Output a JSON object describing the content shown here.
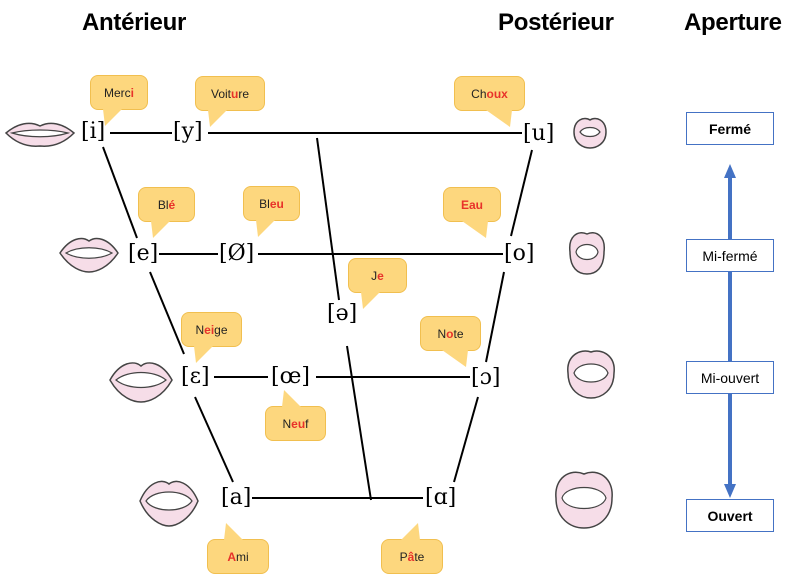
{
  "headings": {
    "anterior": "Antérieur",
    "posterior": "Postérieur",
    "aperture": "Aperture"
  },
  "vowels": {
    "i": "[i]",
    "y": "[y]",
    "u": "[u]",
    "e": "[e]",
    "oe_closed": "[Ø]",
    "o": "[o]",
    "schwa": "[ə]",
    "epsilon": "[ɛ]",
    "oe_open": "[œ]",
    "open_o": "[ɔ]",
    "a": "[a]",
    "alpha": "[ɑ]"
  },
  "examples": {
    "merci": {
      "before": "Merc",
      "highlight": "i",
      "after": ""
    },
    "voiture": {
      "before": "Voit",
      "highlight": "u",
      "after": "re"
    },
    "choux": {
      "before": "Ch",
      "highlight": "oux",
      "after": ""
    },
    "ble": {
      "before": "Bl",
      "highlight": "é",
      "after": ""
    },
    "bleu": {
      "before": "Bl",
      "highlight": "eu",
      "after": ""
    },
    "eau": {
      "before": "",
      "highlight": "Eau",
      "after": ""
    },
    "je": {
      "before": "J",
      "highlight": "e",
      "after": ""
    },
    "neige": {
      "before": "N",
      "highlight": "ei",
      "after": "ge"
    },
    "note": {
      "before": "N",
      "highlight": "o",
      "after": "te"
    },
    "neuf": {
      "before": "N",
      "highlight": "eu",
      "after": "f"
    },
    "ami": {
      "before": "",
      "highlight": "A",
      "after": "mi"
    },
    "pate": {
      "before": "P",
      "highlight": "â",
      "after": "te"
    }
  },
  "aperture_scale": {
    "levels": [
      "Fermé",
      "Mi-fermé",
      "Mi-ouvert",
      "Ouvert"
    ]
  },
  "colors": {
    "bubble_fill": "#fdd77e",
    "bubble_border": "#f1bf4f",
    "highlight": "#e8322a",
    "aperture_blue": "#4472c4",
    "lips_pink": "#f6dde8"
  }
}
